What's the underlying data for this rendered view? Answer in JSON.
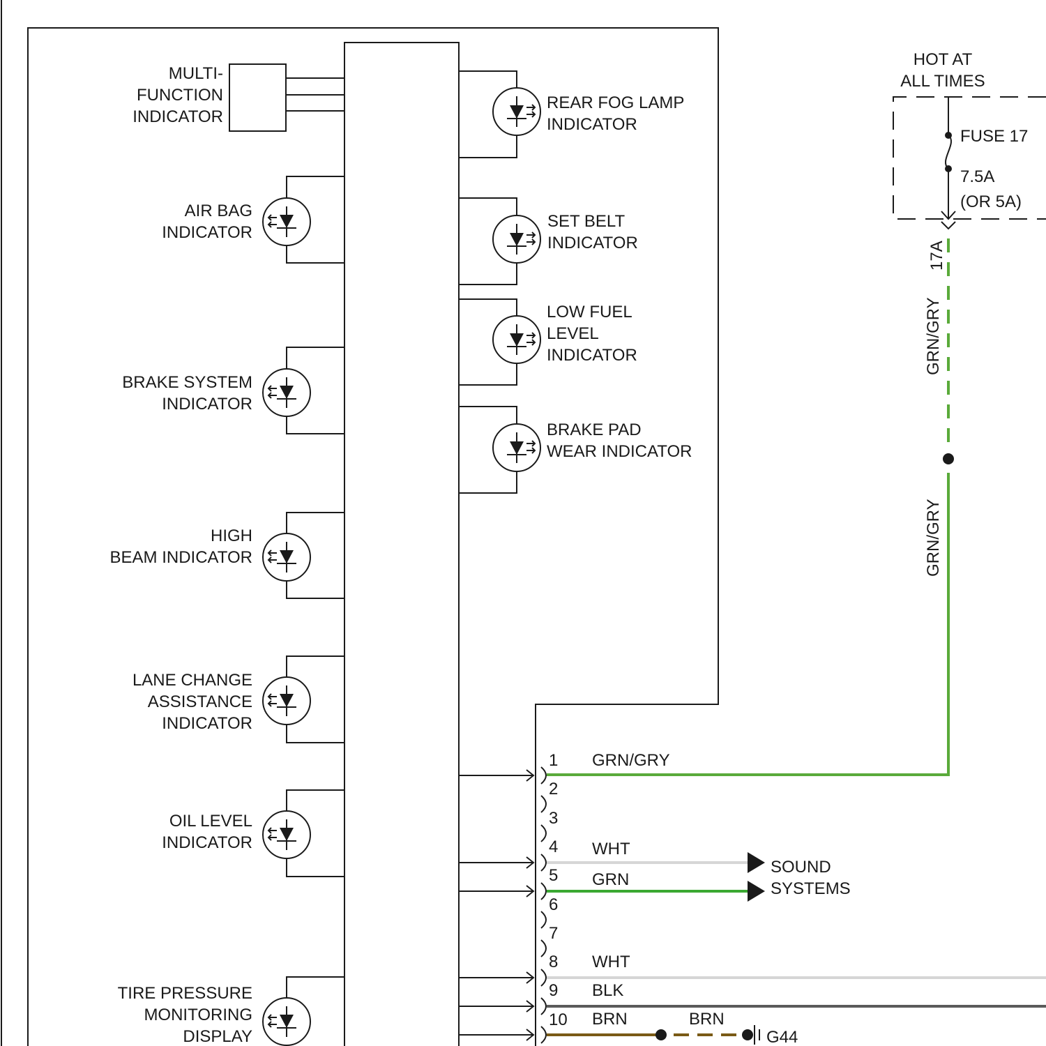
{
  "hot_at_all_times": [
    "HOT AT",
    "ALL TIMES"
  ],
  "fuse": {
    "name": "FUSE 17",
    "rating": "7.5A",
    "alt_rating": "(OR 5A)",
    "pin": "17A"
  },
  "multi_function_indicator": [
    "MULTI-",
    "FUNCTION",
    "INDICATOR"
  ],
  "left_indicators": [
    {
      "lines": [
        "AIR BAG",
        "INDICATOR"
      ]
    },
    {
      "lines": [
        "BRAKE SYSTEM",
        "INDICATOR"
      ]
    },
    {
      "lines": [
        "HIGH",
        "BEAM INDICATOR"
      ]
    },
    {
      "lines": [
        "LANE CHANGE",
        "ASSISTANCE",
        "INDICATOR"
      ]
    },
    {
      "lines": [
        "OIL LEVEL",
        "INDICATOR"
      ]
    },
    {
      "lines": [
        "TIRE PRESSURE",
        "MONITORING",
        "DISPLAY"
      ]
    }
  ],
  "right_indicators": [
    {
      "lines": [
        "REAR FOG LAMP",
        "INDICATOR"
      ]
    },
    {
      "lines": [
        "SET BELT",
        "INDICATOR"
      ]
    },
    {
      "lines": [
        "LOW FUEL",
        "LEVEL",
        "INDICATOR"
      ]
    },
    {
      "lines": [
        "BRAKE PAD",
        "WEAR INDICATOR"
      ]
    }
  ],
  "connector_pins": [
    "1",
    "2",
    "3",
    "4",
    "5",
    "6",
    "7",
    "8",
    "9",
    "10"
  ],
  "wire_labels": {
    "pin1": "GRN/GRY",
    "pin4": "WHT",
    "pin5": "GRN",
    "pin8": "WHT",
    "pin9": "BLK",
    "pin10": "BRN",
    "brn_ground": "BRN",
    "vertical_upper": "GRN/GRY",
    "vertical_lower": "GRN/GRY"
  },
  "sound_systems": [
    "SOUND",
    "SYSTEMS"
  ],
  "ground": "G44",
  "colors": {
    "ink": "#1a1a1a",
    "grn_gry": "#5aaa3a",
    "grn": "#3aa832",
    "wht": "#d6d6d6",
    "blk": "#5a5a5a",
    "brn": "#7a5a16"
  }
}
